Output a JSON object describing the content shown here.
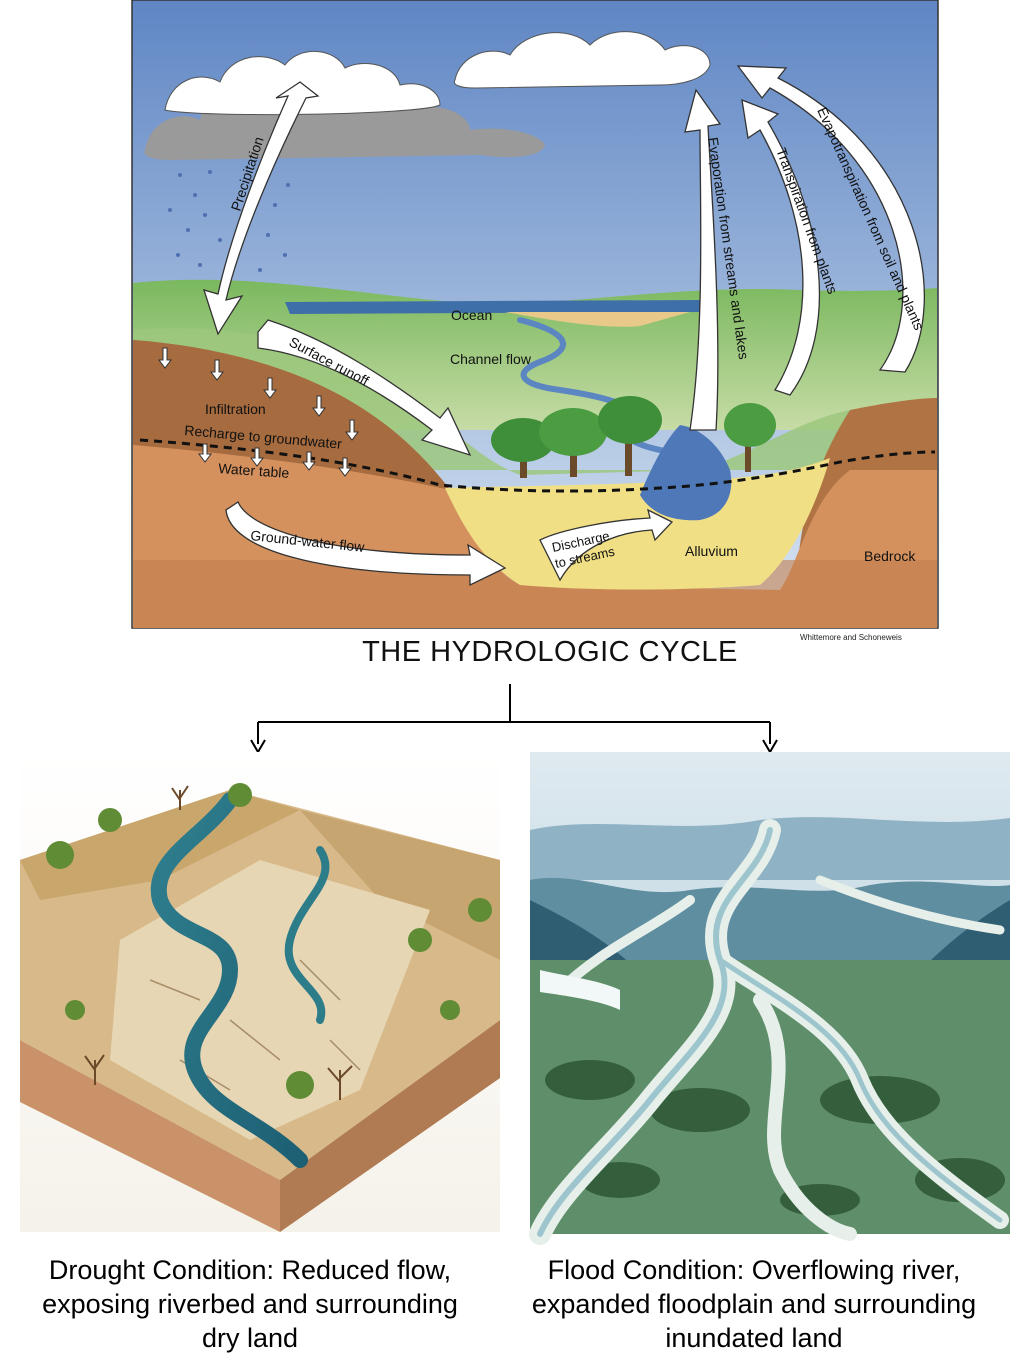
{
  "diagram": {
    "labels": {
      "precipitation": "Precipitation",
      "surface_runoff": "Surface runoff",
      "infiltration": "Infiltration",
      "recharge": "Recharge to groundwater",
      "water_table": "Water table",
      "groundwater_flow": "Ground-water flow",
      "discharge_line1": "Discharge",
      "discharge_line2": "to streams",
      "alluvium": "Alluvium",
      "bedrock": "Bedrock",
      "ocean": "Ocean",
      "channel_flow": "Channel flow",
      "evaporation": "Evaporation from streams and lakes",
      "transpiration": "Transpiration from plants",
      "evapotranspiration": "Evapotranspiration from soil and plants"
    },
    "credit": "Whittemore and Schoneweis",
    "title": "THE HYDROLOGIC CYCLE"
  },
  "panels": {
    "drought_caption_lines": [
      "Drought Condition: Reduced flow,",
      "exposing riverbed and surrounding",
      "dry land"
    ],
    "flood_caption_lines": [
      "Flood Condition: Overflowing river,",
      "expanded floodplain and surrounding",
      "inundated land"
    ]
  }
}
